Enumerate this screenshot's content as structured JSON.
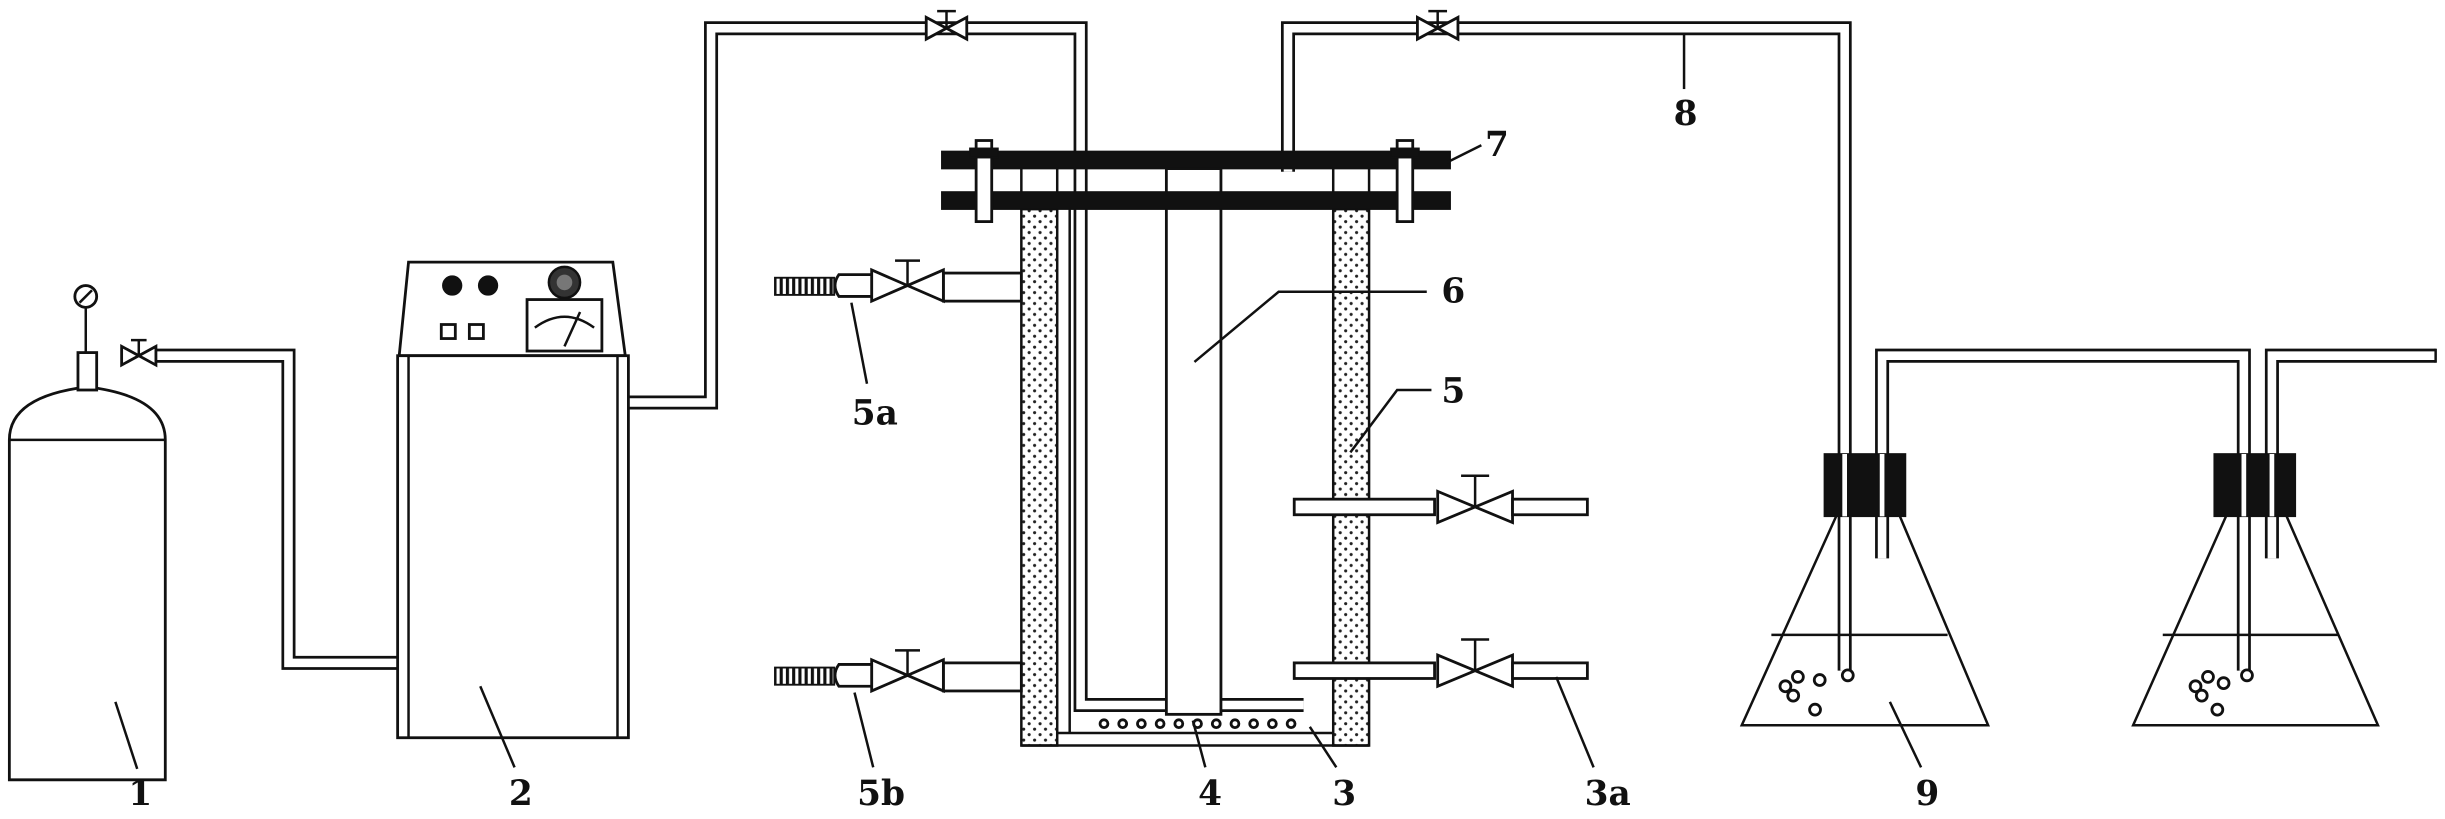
{
  "labels": {
    "l1": "1",
    "l2": "2",
    "l3": "3",
    "l3a": "3a",
    "l4": "4",
    "l5": "5",
    "l5a": "5a",
    "l5b": "5b",
    "l6": "6",
    "l7": "7",
    "l8": "8",
    "l9": "9"
  }
}
